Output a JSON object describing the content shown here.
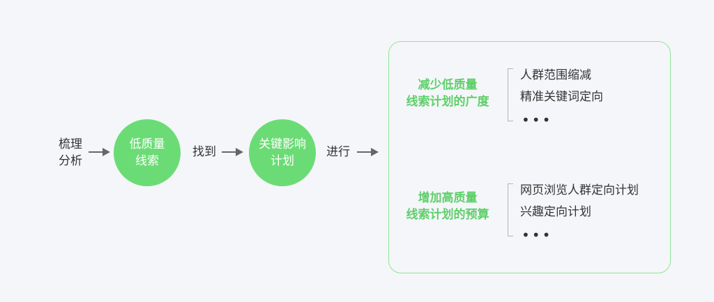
{
  "flow": {
    "step1": [
      "梳理",
      "分析"
    ],
    "circle1": [
      "低质量",
      "线索"
    ],
    "step2": "找到",
    "circle2": [
      "关键影响",
      "计划"
    ],
    "step3": "进行"
  },
  "groups": [
    {
      "title": [
        "减少低质量",
        "线索计划的广度"
      ],
      "items": [
        "人群范围缩减",
        "精准关键词定向"
      ],
      "more": "•••"
    },
    {
      "title": [
        "增加高质量",
        "线索计划的预算"
      ],
      "items": [
        "网页浏览人群定向计划",
        "兴趣定向计划"
      ],
      "more": "•••"
    }
  ],
  "colors": {
    "circle": "#6bdc75",
    "accent_text": "#5fcf6a",
    "panel_border": "#8fe596",
    "arrow": "#666666",
    "background": "#f4f6f9"
  }
}
